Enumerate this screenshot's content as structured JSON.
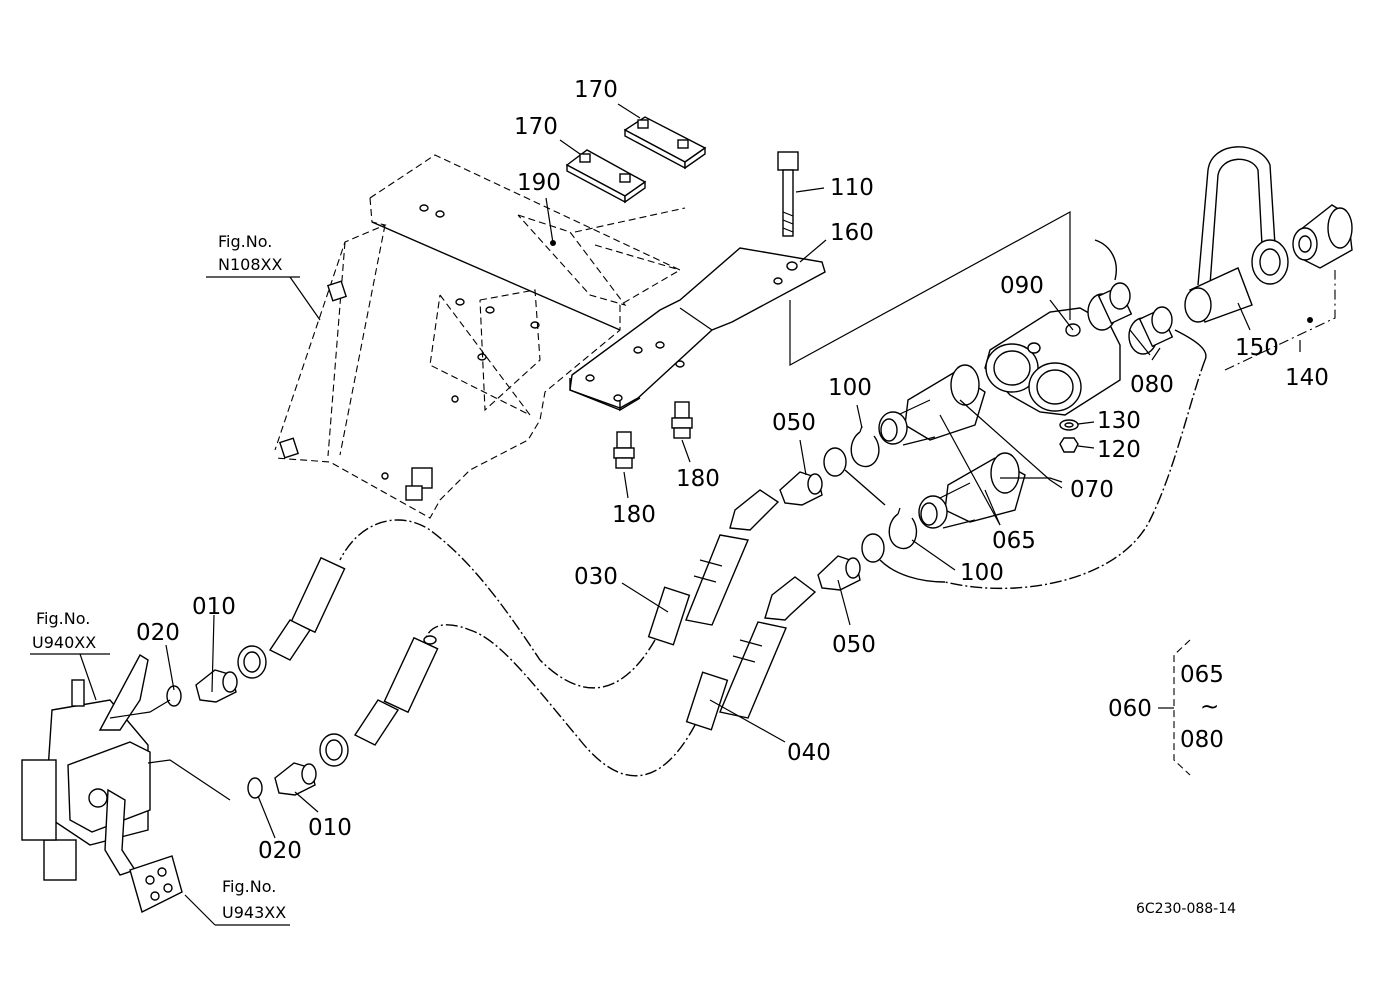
{
  "drawing_code": "6C230-088-14",
  "figure_refs": {
    "n108": {
      "title": "Fig.No.",
      "code": "N108XX"
    },
    "u940": {
      "title": "Fig.No.",
      "code": "U940XX"
    },
    "u943": {
      "title": "Fig.No.",
      "code": "U943XX"
    }
  },
  "parts": {
    "p170a": "170",
    "p170b": "170",
    "p190": "190",
    "p110": "110",
    "p160": "160",
    "p090": "090",
    "p150": "150",
    "p140": "140",
    "p080": "080",
    "p100a": "100",
    "p050a": "050",
    "p130": "130",
    "p120": "120",
    "p070": "070",
    "p065": "065",
    "p180a": "180",
    "p180b": "180",
    "p100b": "100",
    "p030": "030",
    "p050b": "050",
    "p010a": "010",
    "p020a": "020",
    "p010b": "010",
    "p020b": "020",
    "p040": "040"
  },
  "set_range": {
    "id": "060",
    "from": "065",
    "tilde": "~",
    "to": "080"
  }
}
